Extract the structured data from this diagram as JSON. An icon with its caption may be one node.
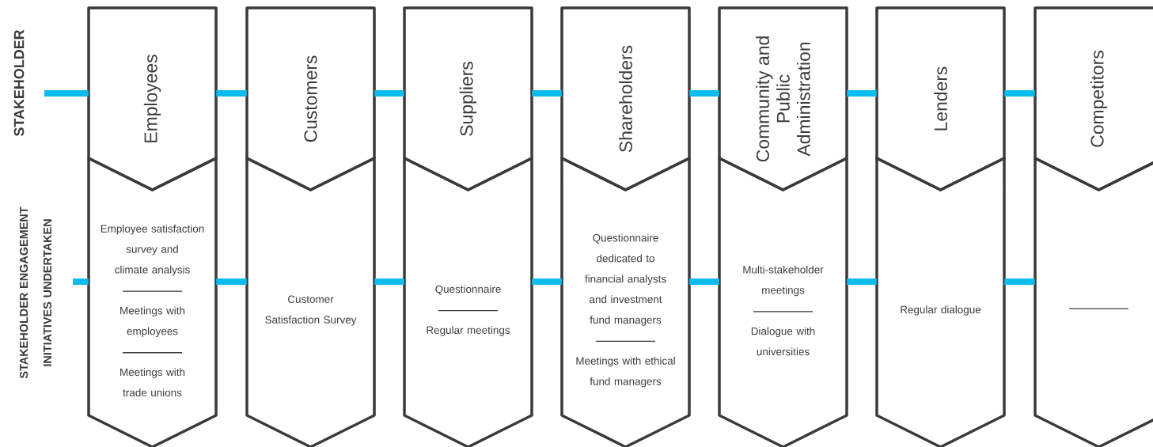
{
  "diagram": {
    "nodes": [
      {
        "text": [
          "Employees"
        ]
      },
      {
        "text": [
          "Customers"
        ]
      },
      {
        "text": [
          "Suppliers"
        ]
      },
      {
        "text": [
          "Shareholders"
        ]
      },
      {
        "text": [
          "Community and Public Administration"
        ]
      },
      {
        "text": [
          "Lenders"
        ]
      },
      {
        "text": [
          "Competitors"
        ]
      },
      {
        "text": [
          "Employee satisfaction survey and climate analysis",
          "Meetings with employees",
          "Meetings with trade unions"
        ]
      },
      {
        "text": [
          "Customer Satisfaction Survey"
        ]
      },
      {
        "text": [
          "Questionnaire",
          "Regular meetings"
        ]
      },
      {
        "text": [
          "Questionnaire dedicated to financial analysts and investment fund managers",
          "Meetings with ethical fund managers"
        ]
      },
      {
        "text": [
          "Multi-stakeholder meetings",
          "Dialogue with universities"
        ]
      },
      {
        "text": [
          "Regular dialogue"
        ]
      },
      {
        "text": [],
        "shape": "box"
      }
    ],
    "edges": [
      {
        "from": null,
        "to": 0,
        "arrow": "none"
      },
      {
        "from": 0,
        "to": 1,
        "arrow": "none"
      },
      {
        "from": 1,
        "to": 2,
        "arrow": "none"
      },
      {
        "from": 2,
        "to": 3,
        "arrow": "none"
      },
      {
        "from": 3,
        "to": 4,
        "arrow": "none"
      },
      {
        "from": 4,
        "to": 5,
        "arrow": "none"
      },
      {
        "from": 5,
        "to": 6,
        "arrow": "none"
      },
      {
        "from": null,
        "to": 7,
        "arrow": "none"
      },
      {
        "from": 7,
        "to": 8,
        "arrow": "none"
      },
      {
        "from": 8,
        "to": 9,
        "arrow": "none"
      },
      {
        "from": 9,
        "to": 10,
        "arrow": "none"
      },
      {
        "from": 10,
        "to": 11,
        "arrow": "none"
      },
      {
        "from": 11,
        "to": 12,
        "arrow": "none"
      },
      {
        "from": 12,
        "to": 13,
        "arrow": "none"
      }
    ],
    "labels": [
      "STAKEHOLDER",
      "STAKEHOLDER ENGAGEMENT INITIATIVES UNDERTAKEN"
    ]
  }
}
